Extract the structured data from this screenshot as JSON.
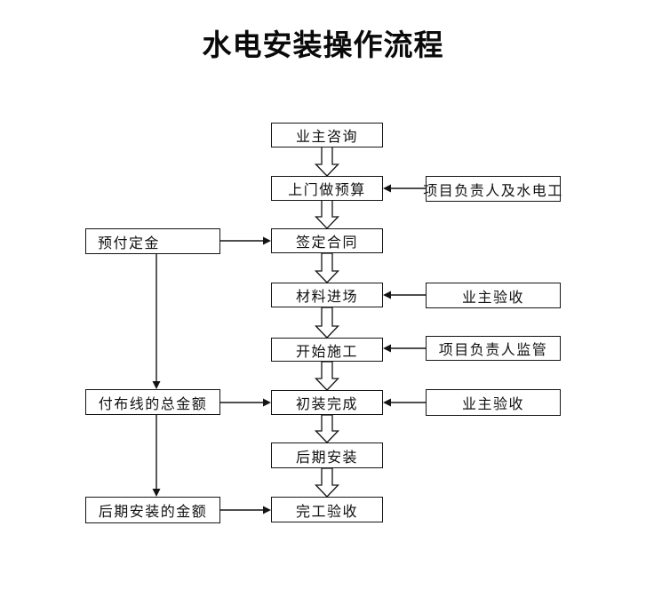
{
  "title": "水电安装操作流程",
  "colors": {
    "background": "#ffffff",
    "line": "#141414",
    "text": "#111111"
  },
  "flow": {
    "main_steps": [
      {
        "label": "业主咨询"
      },
      {
        "label": "上门做预算"
      },
      {
        "label": "签定合同"
      },
      {
        "label": "材料进场"
      },
      {
        "label": "开始施工"
      },
      {
        "label": "初装完成"
      },
      {
        "label": "后期安装"
      },
      {
        "label": "完工验收"
      }
    ],
    "left_nodes": [
      {
        "label": "预付定金"
      },
      {
        "label": "付布线的总金额"
      },
      {
        "label": "后期安装的金额"
      }
    ],
    "right_nodes": [
      {
        "label": "项目负责人及水电工"
      },
      {
        "label": "业主验收"
      },
      {
        "label": "项目负责人监管"
      },
      {
        "label": "业主验收"
      }
    ]
  }
}
